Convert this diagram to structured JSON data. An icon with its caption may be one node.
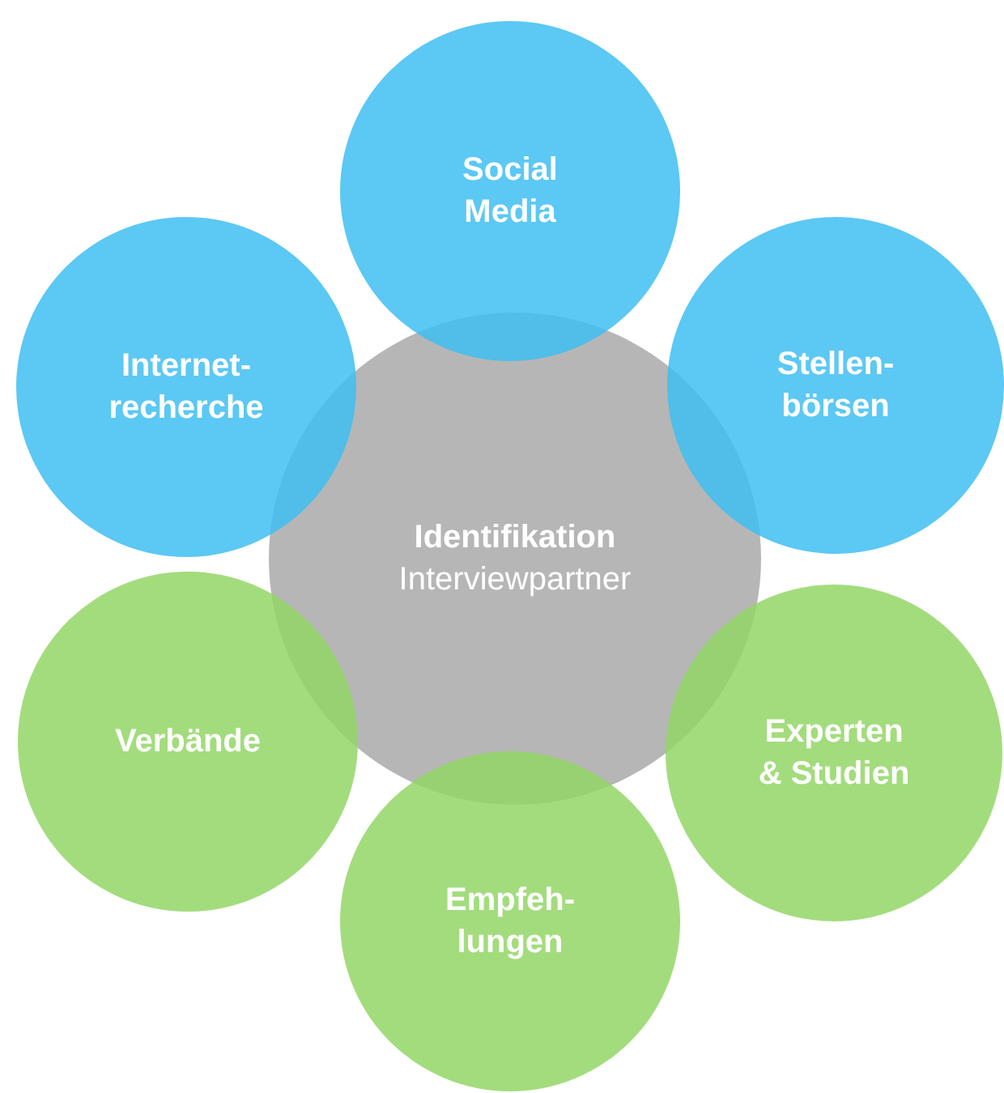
{
  "diagram": {
    "nodes": [
      {
        "text": [
          "Identifikation",
          "Interviewpartner"
        ]
      },
      {
        "text": [
          "Social Media"
        ]
      },
      {
        "text": [
          "Internet-recherche"
        ]
      },
      {
        "text": [
          "Stellen-börsen"
        ]
      },
      {
        "text": [
          "Verbände"
        ]
      },
      {
        "text": [
          "Experten & Studien"
        ]
      },
      {
        "text": [
          "Empfeh-lungen"
        ]
      }
    ]
  }
}
